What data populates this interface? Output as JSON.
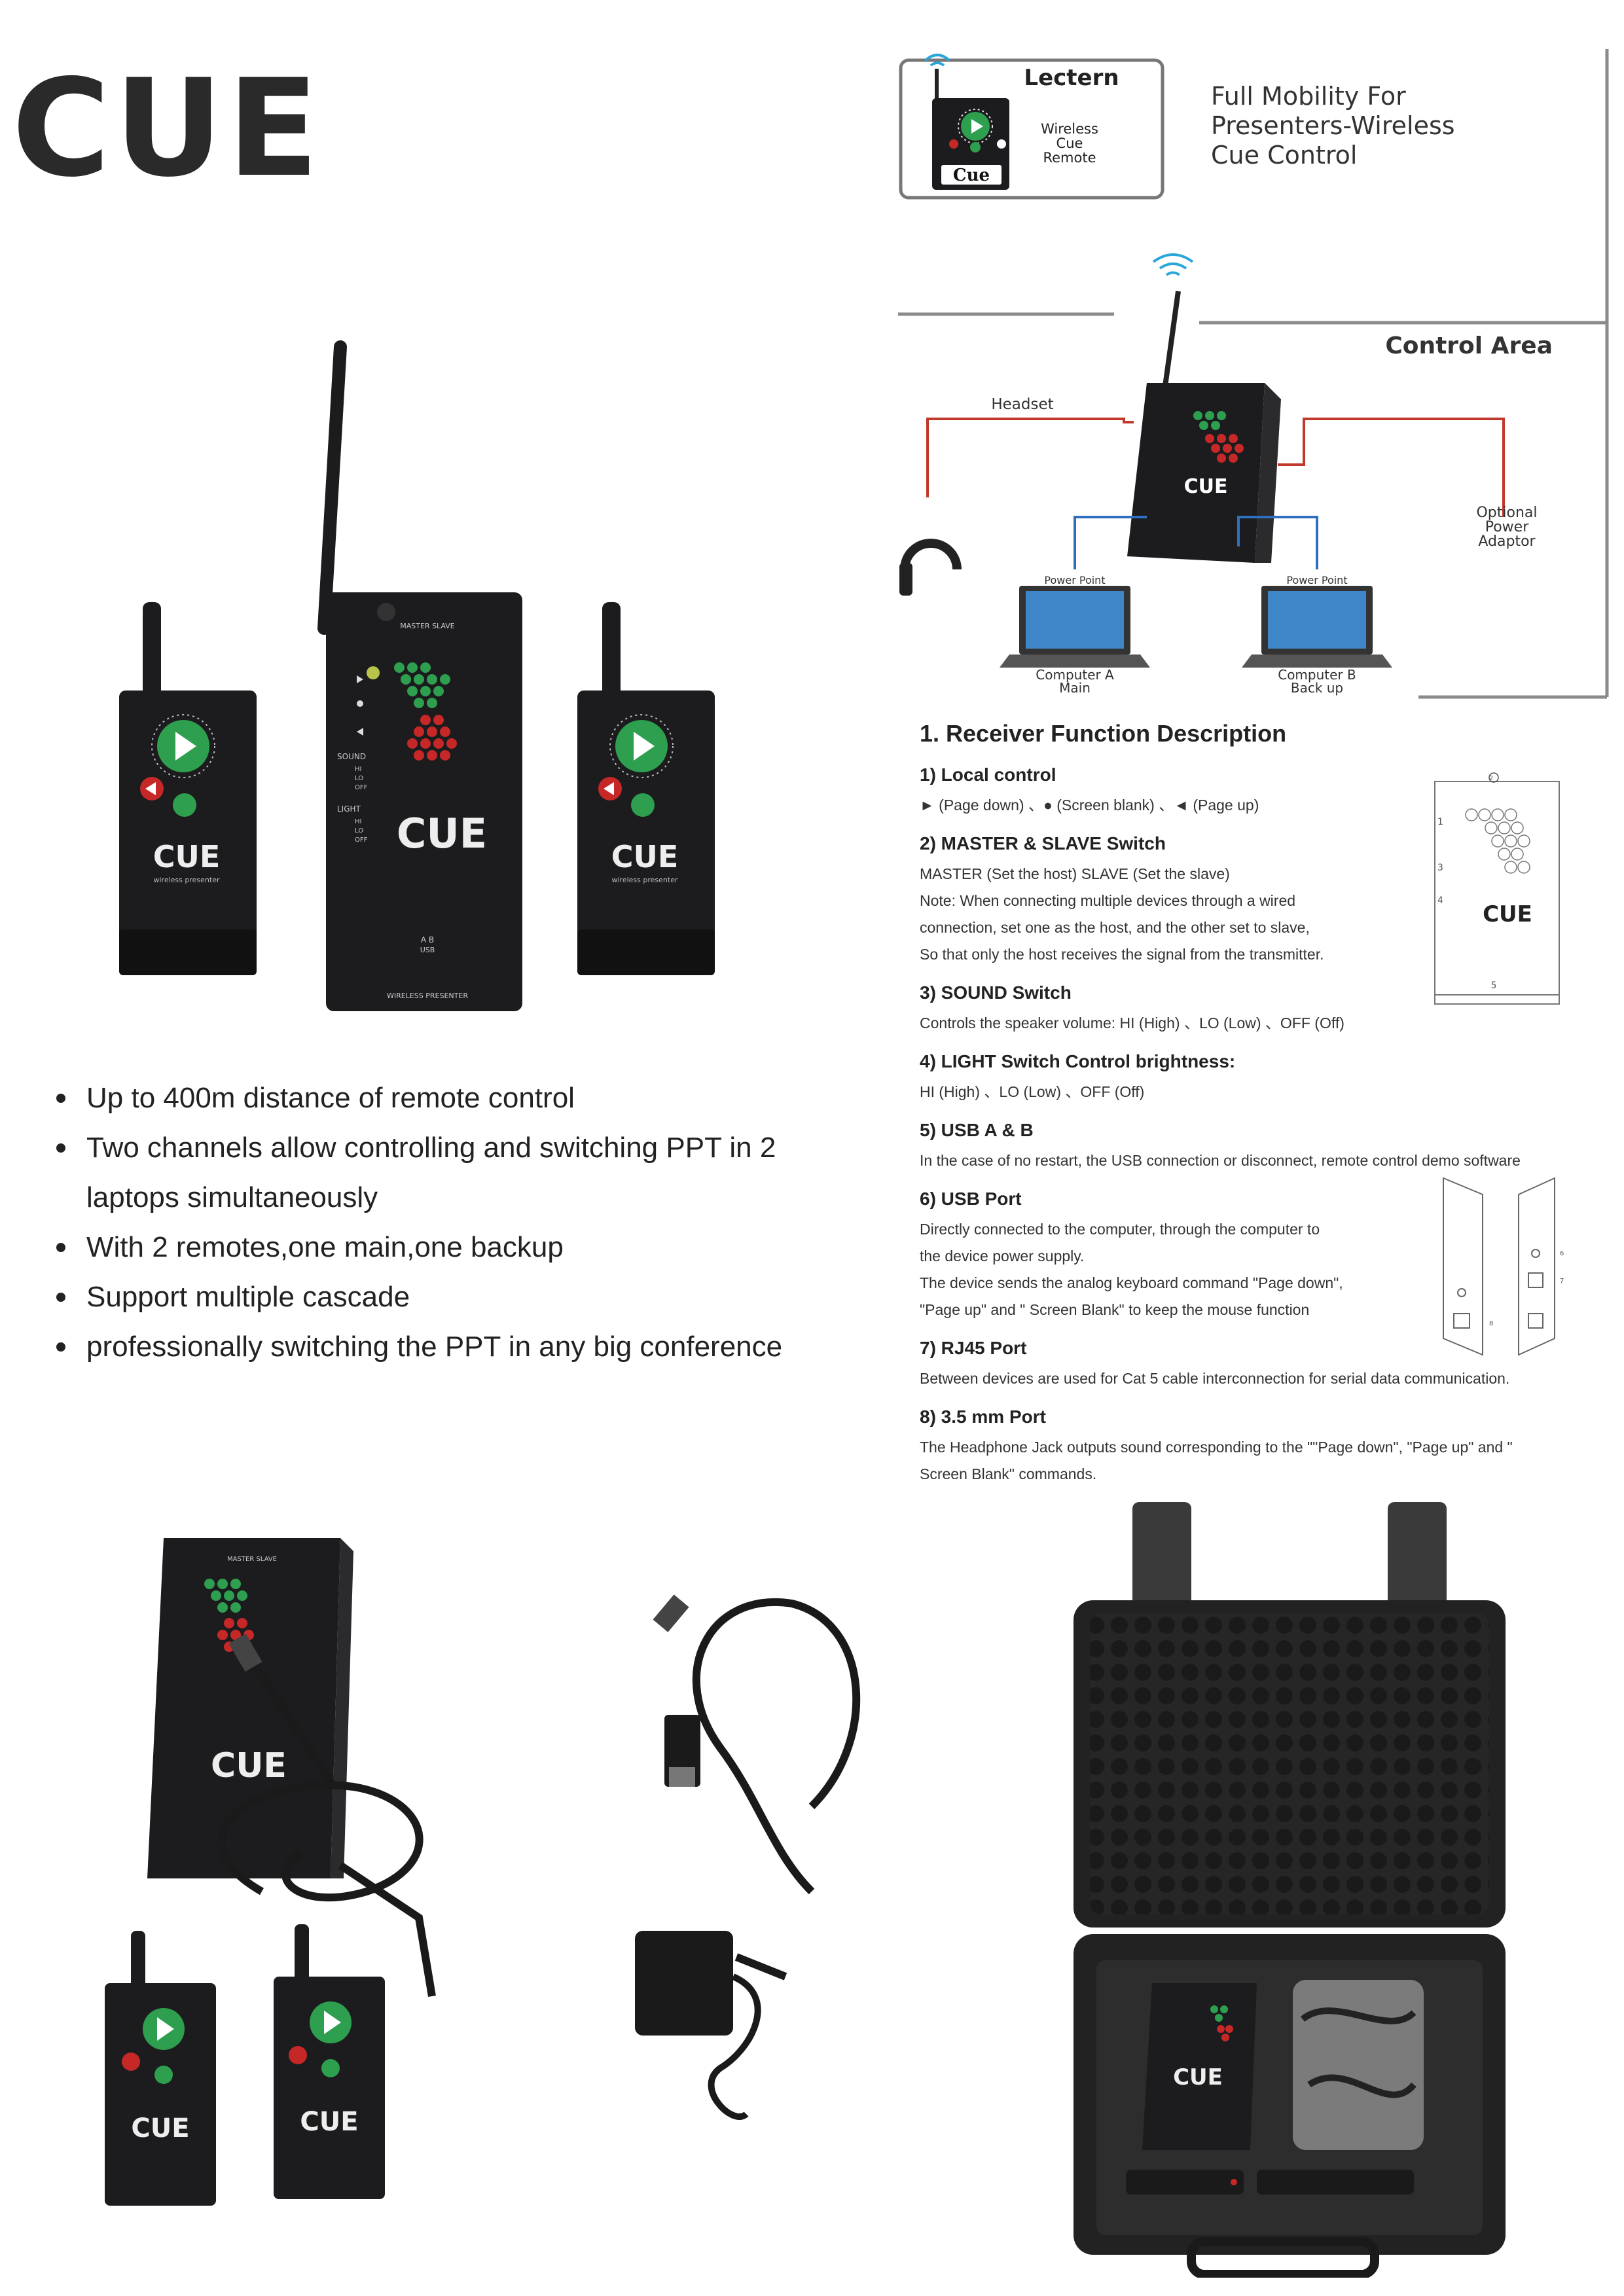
{
  "brand": {
    "logo": "CUE"
  },
  "diagram": {
    "lectern_label": "Lectern",
    "remote_label": [
      "Wireless",
      "Cue",
      "Remote"
    ],
    "device_logo": "Cue",
    "tagline": [
      "Full Mobility For",
      "Presenters-Wireless",
      "Cue Control"
    ],
    "control_area": "Control Area",
    "headset": "Headset",
    "optional_power": [
      "Optional",
      "Power",
      "Adaptor"
    ],
    "pp_a": "Power Point",
    "pp_b": "Power Point",
    "comp_a": [
      "Computer A",
      "Main"
    ],
    "comp_b": [
      "Computer B",
      "Back up"
    ],
    "receiver_logo": "CUE"
  },
  "hero_product": {
    "receiver_logo": "CUE",
    "remote_logo": "CUE",
    "remote_sub": "wireless presenter",
    "master_slave": "MASTER  SLAVE",
    "sound": "SOUND",
    "light": "LIGHT",
    "switch_levels": [
      "HI",
      "LO",
      "OFF"
    ],
    "ports": "A       B",
    "usb": "USB",
    "footer": "WIRELESS PRESENTER"
  },
  "features": [
    "Up to 400m distance of remote control",
    "Two channels allow controlling and switching PPT in 2 laptops simultaneously",
    "With 2 remotes,one main,one backup",
    "Support multiple cascade",
    "professionally switching the PPT in any big conference"
  ],
  "description": {
    "heading": "1. Receiver Function Description",
    "sections": [
      {
        "title": "1)  Local control",
        "lines": [
          "► (Page down) 、● (Screen blank) 、◄ (Page up)"
        ]
      },
      {
        "title": "2)  MASTER & SLAVE Switch",
        "lines": [
          "MASTER (Set the host)   SLAVE (Set the slave)",
          "Note: When connecting multiple devices through a wired",
          "connection, set one as the host, and  the  other  set  to  slave,",
          "So  that  only  the  host  receives the  signal  from the transmitter."
        ]
      },
      {
        "title": "3)  SOUND Switch",
        "lines": [
          "Controls the speaker volume:  HI (High) 、LO (Low) 、OFF (Off)"
        ]
      },
      {
        "title": "4)  LIGHT Switch Control brightness:",
        "lines": [
          "HI (High) 、LO (Low) 、OFF (Off)"
        ]
      },
      {
        "title": "5)  USB A & B",
        "lines": [
          "In the case of no restart, the USB connection or disconnect, remote control demo software"
        ]
      },
      {
        "title": "6)  USB Port",
        "lines": [
          "Directly connected to the computer, through the computer to",
          "the device power supply.",
          "The device sends the analog keyboard command \"Page down\",",
          "\"Page up\" and \" Screen Blank\" to keep the mouse function"
        ]
      },
      {
        "title": "7)  RJ45 Port",
        "lines": [
          "Between devices are used for Cat 5 cable interconnection for serial data communication."
        ]
      },
      {
        "title": "8)  3.5 mm Port",
        "lines": [
          "The Headphone Jack outputs sound corresponding to the \"\"Page down\", \"Page up\" and \"",
          "Screen Blank\" commands."
        ]
      }
    ]
  },
  "thumb": {
    "logo": "CUE",
    "markers": [
      "1",
      "2",
      "3",
      "4",
      "5",
      "6",
      "7",
      "8"
    ]
  },
  "bottom": {
    "receiver_logo": "CUE",
    "remote_logo": "CUE",
    "case_logo": "CUE",
    "master_slave": "MASTER   SLAVE"
  },
  "colors": {
    "device": "#1c1c1e",
    "green": "#2e9e4f",
    "red": "#c62828",
    "wire_red": "#c0392b",
    "wire_blue": "#2e6fbf"
  }
}
